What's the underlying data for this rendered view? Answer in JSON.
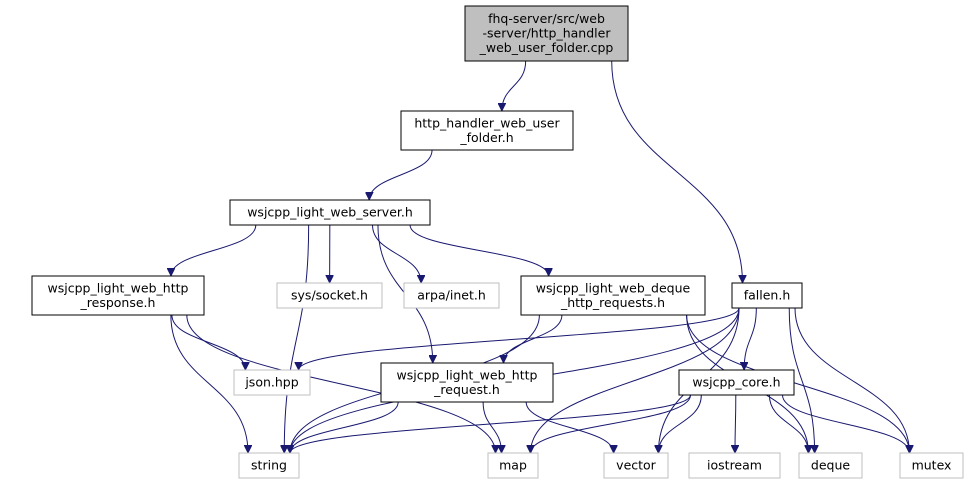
{
  "colors": {
    "edge": "#191970",
    "project_border": "#000000",
    "system_border": "#bfbfbf",
    "root_fill": "#bfbfbf",
    "fill": "#ffffff"
  },
  "nodes": [
    {
      "id": "root",
      "lines": [
        "fhq-server/src/web",
        "-server/http_handler",
        "_web_user_folder.cpp"
      ],
      "kind": "root"
    },
    {
      "id": "hwuf",
      "lines": [
        "http_handler_web_user",
        "_folder.h"
      ],
      "kind": "project"
    },
    {
      "id": "server",
      "lines": [
        "wsjcpp_light_web_server.h"
      ],
      "kind": "project"
    },
    {
      "id": "response",
      "lines": [
        "wsjcpp_light_web_http",
        "_response.h"
      ],
      "kind": "project"
    },
    {
      "id": "socket",
      "lines": [
        "sys/socket.h"
      ],
      "kind": "system"
    },
    {
      "id": "inet",
      "lines": [
        "arpa/inet.h"
      ],
      "kind": "system"
    },
    {
      "id": "dequereq",
      "lines": [
        "wsjcpp_light_web_deque",
        "_http_requests.h"
      ],
      "kind": "project"
    },
    {
      "id": "fallen",
      "lines": [
        "fallen.h"
      ],
      "kind": "project"
    },
    {
      "id": "json",
      "lines": [
        "json.hpp"
      ],
      "kind": "system"
    },
    {
      "id": "request",
      "lines": [
        "wsjcpp_light_web_http",
        "_request.h"
      ],
      "kind": "project"
    },
    {
      "id": "core",
      "lines": [
        "wsjcpp_core.h"
      ],
      "kind": "project"
    },
    {
      "id": "string",
      "lines": [
        "string"
      ],
      "kind": "system"
    },
    {
      "id": "map",
      "lines": [
        "map"
      ],
      "kind": "system"
    },
    {
      "id": "vector",
      "lines": [
        "vector"
      ],
      "kind": "system"
    },
    {
      "id": "iostream",
      "lines": [
        "iostream"
      ],
      "kind": "system"
    },
    {
      "id": "deque",
      "lines": [
        "deque"
      ],
      "kind": "system"
    },
    {
      "id": "mutex",
      "lines": [
        "mutex"
      ],
      "kind": "system"
    }
  ],
  "edges": [
    {
      "from": "root",
      "to": "hwuf"
    },
    {
      "from": "root",
      "to": "fallen"
    },
    {
      "from": "hwuf",
      "to": "server"
    },
    {
      "from": "server",
      "to": "response"
    },
    {
      "from": "server",
      "to": "socket"
    },
    {
      "from": "server",
      "to": "inet"
    },
    {
      "from": "server",
      "to": "dequereq"
    },
    {
      "from": "server",
      "to": "request"
    },
    {
      "from": "server",
      "to": "string"
    },
    {
      "from": "response",
      "to": "json"
    },
    {
      "from": "response",
      "to": "string"
    },
    {
      "from": "response",
      "to": "map"
    },
    {
      "from": "dequereq",
      "to": "request"
    },
    {
      "from": "dequereq",
      "to": "string"
    },
    {
      "from": "dequereq",
      "to": "deque"
    },
    {
      "from": "dequereq",
      "to": "mutex"
    },
    {
      "from": "fallen",
      "to": "json"
    },
    {
      "from": "fallen",
      "to": "core"
    },
    {
      "from": "fallen",
      "to": "string"
    },
    {
      "from": "fallen",
      "to": "map"
    },
    {
      "from": "fallen",
      "to": "vector"
    },
    {
      "from": "fallen",
      "to": "deque"
    },
    {
      "from": "fallen",
      "to": "mutex"
    },
    {
      "from": "request",
      "to": "string"
    },
    {
      "from": "request",
      "to": "map"
    },
    {
      "from": "request",
      "to": "vector"
    },
    {
      "from": "core",
      "to": "string"
    },
    {
      "from": "core",
      "to": "map"
    },
    {
      "from": "core",
      "to": "vector"
    },
    {
      "from": "core",
      "to": "iostream"
    },
    {
      "from": "core",
      "to": "deque"
    },
    {
      "from": "core",
      "to": "mutex"
    }
  ]
}
